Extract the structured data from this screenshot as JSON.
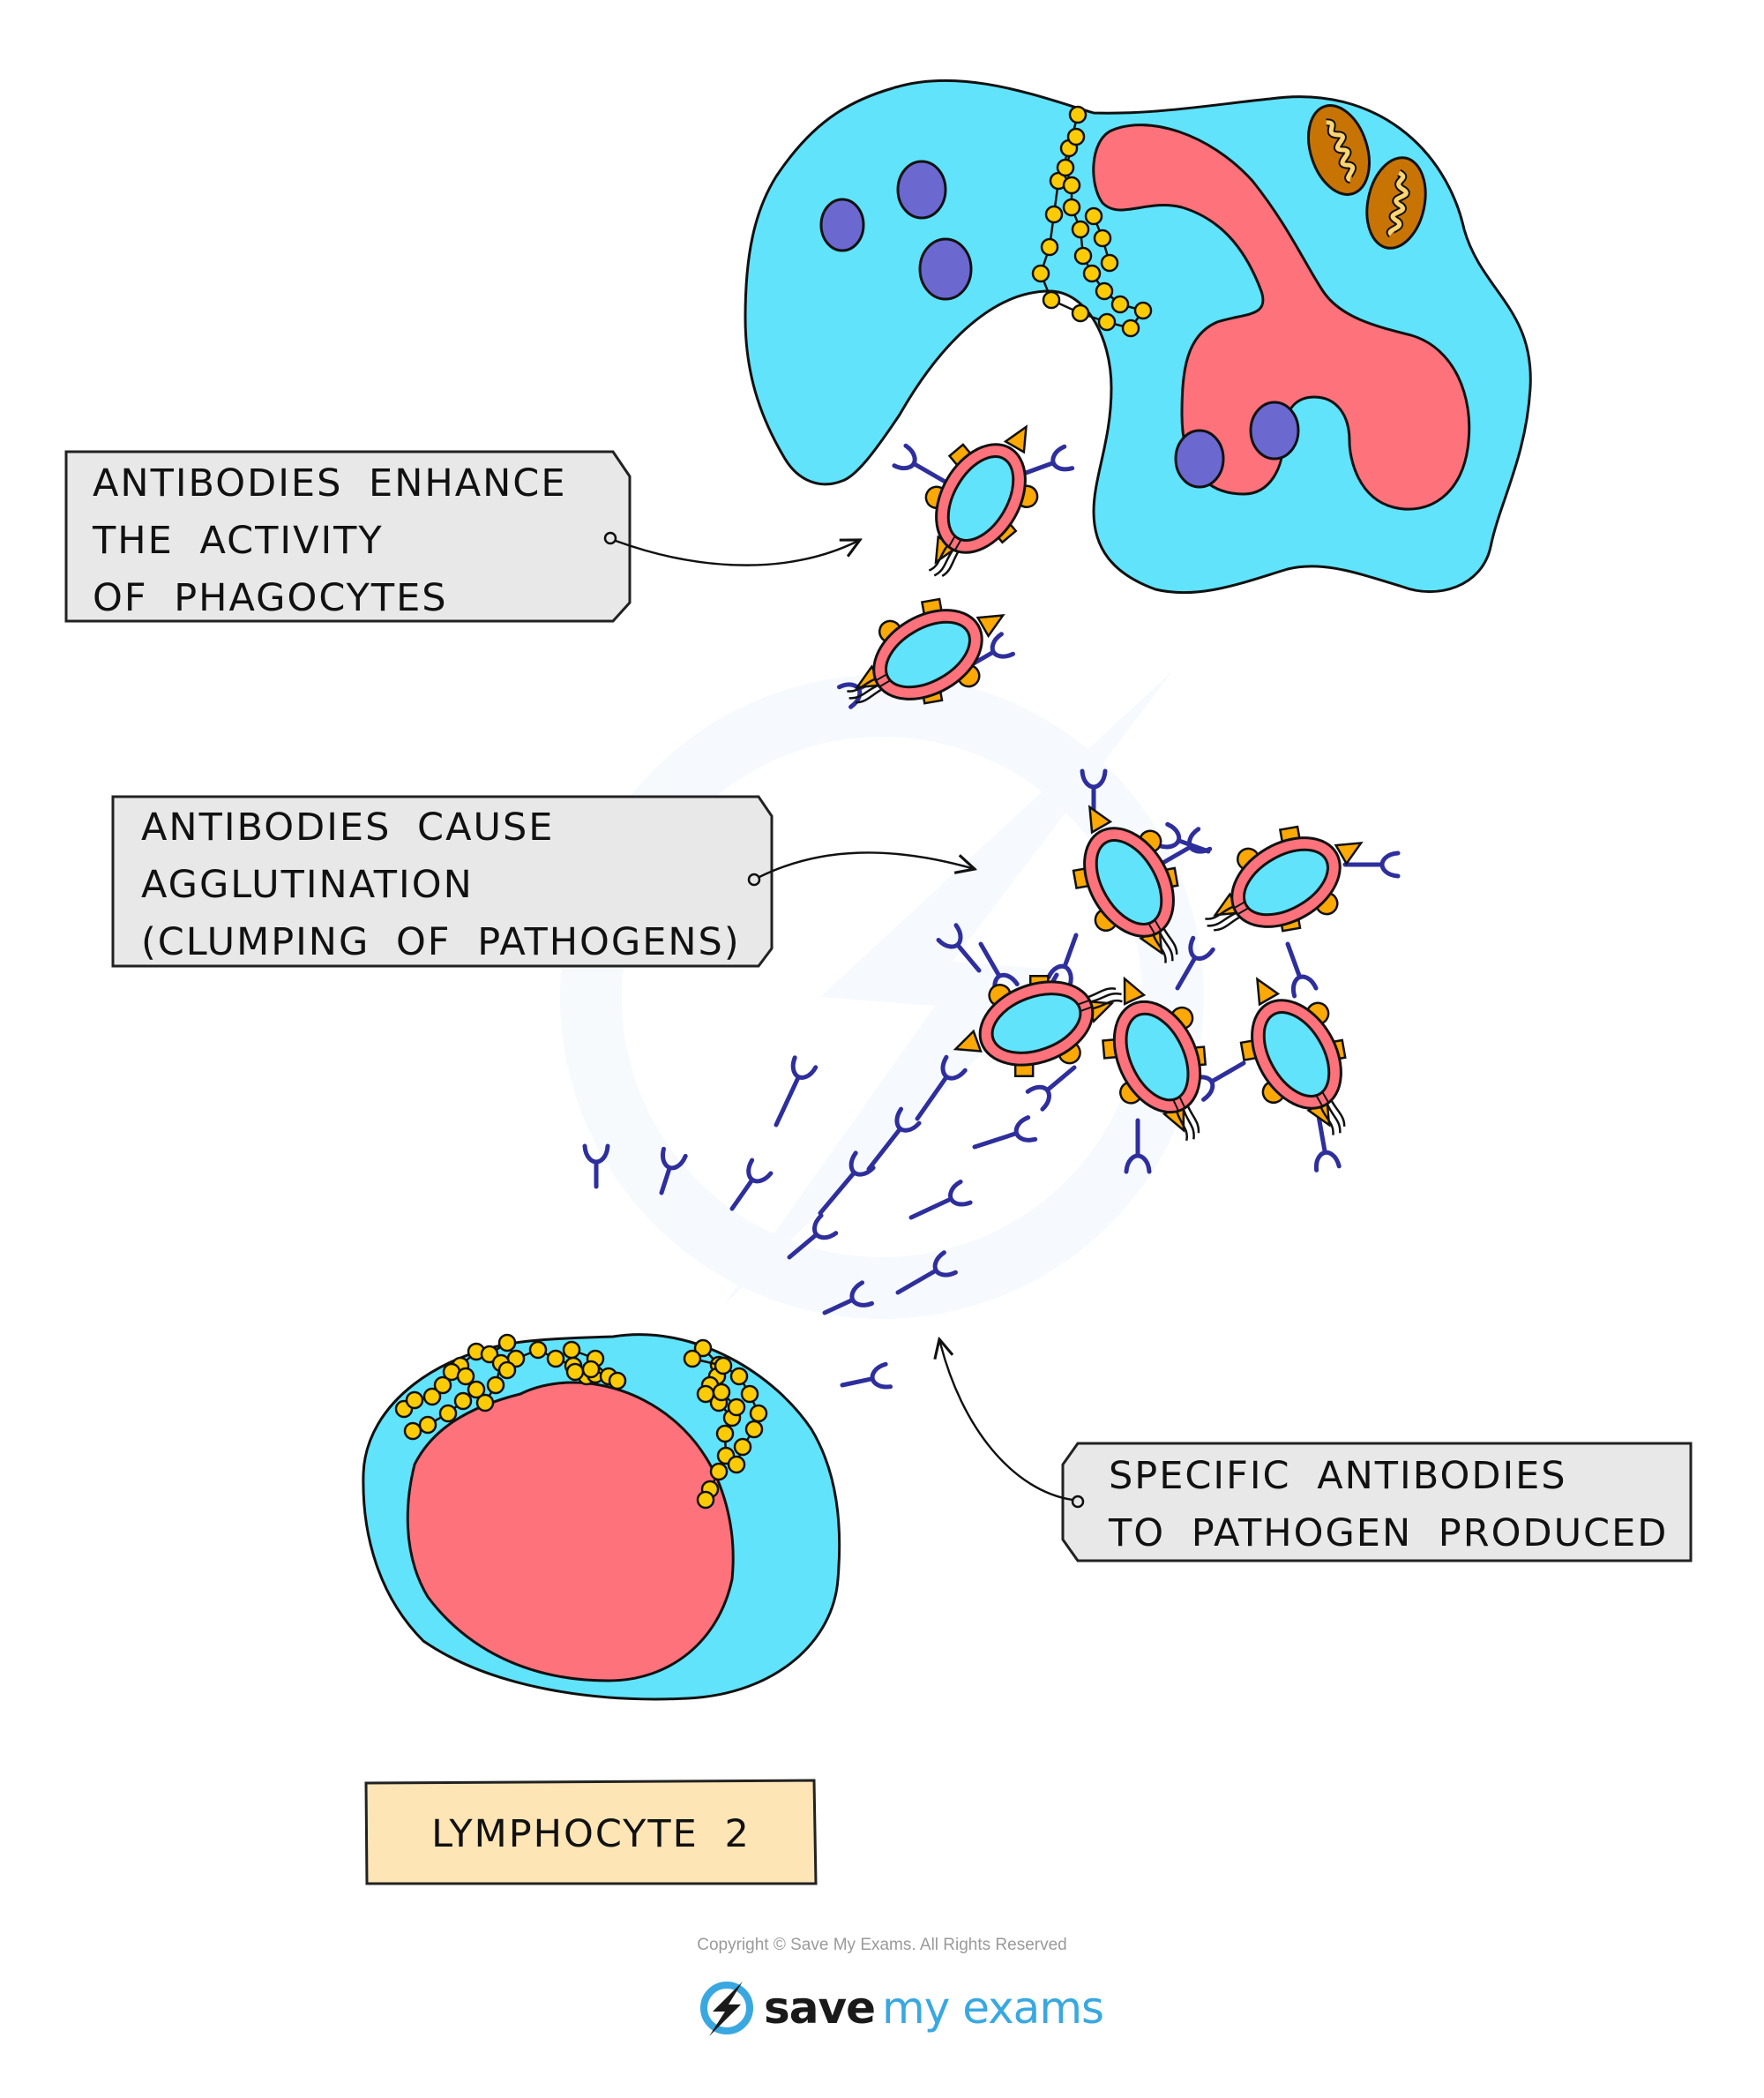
{
  "diagram": {
    "title": "Antibody functions",
    "labels": {
      "phagocytes": [
        "ANTIBODIES  ENHANCE",
        "THE  ACTIVITY",
        "OF  PHAGOCYTES"
      ],
      "agglutination": [
        "ANTIBODIES  CAUSE",
        "AGGLUTINATION",
        "(CLUMPING  OF  PATHOGENS)"
      ],
      "specific": [
        "SPECIFIC  ANTIBODIES",
        "TO  PATHOGEN  PRODUCED"
      ],
      "cell_name": "LYMPHOCYTE  2"
    },
    "components": {
      "phagocyte": "phagocyte",
      "lymphocyte": "lymphocyte",
      "pathogen": "pathogen",
      "antibody": "antibody"
    },
    "colors": {
      "cytoplasm": "#61e3fb",
      "nucleus": "#fe727c",
      "vesicle": "#6b68d0",
      "mitochondrion": "#c87404",
      "mito_inner": "#fdd572",
      "ribosome": "#fbcc05",
      "antigen": "#fca805",
      "antibody": "#2e2f9c",
      "label_fill": "#e8e8e8",
      "name_fill": "#fde5b5"
    }
  },
  "footer": {
    "copyright": "Copyright © Save My Exams. All Rights Reserved",
    "logo_save": "save",
    "logo_rest": "my exams"
  }
}
